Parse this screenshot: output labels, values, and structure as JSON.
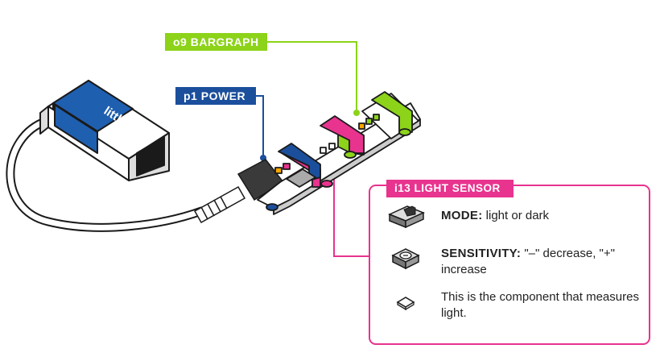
{
  "labels": {
    "bargraph": "o9 BARGRAPH",
    "power": "p1 POWER",
    "sensor": "i13 LIGHT SENSOR"
  },
  "battery": {
    "brand": "littleBits"
  },
  "info": {
    "mode_label": "MODE:",
    "mode_text": "light or dark",
    "sensitivity_label": "SENSITIVITY:",
    "sensitivity_text": "\"–\" decrease, \"+\" increase",
    "component_text": "This is the component that measures light."
  },
  "colors": {
    "bargraph": "#8cd319",
    "power": "#1b4f9c",
    "sensor": "#e8338f",
    "battery_blue": "#1f5fb0",
    "outline": "#1a1a1a"
  },
  "icons": [
    "battery-icon",
    "switch-icon",
    "knob-icon",
    "photocell-icon"
  ]
}
